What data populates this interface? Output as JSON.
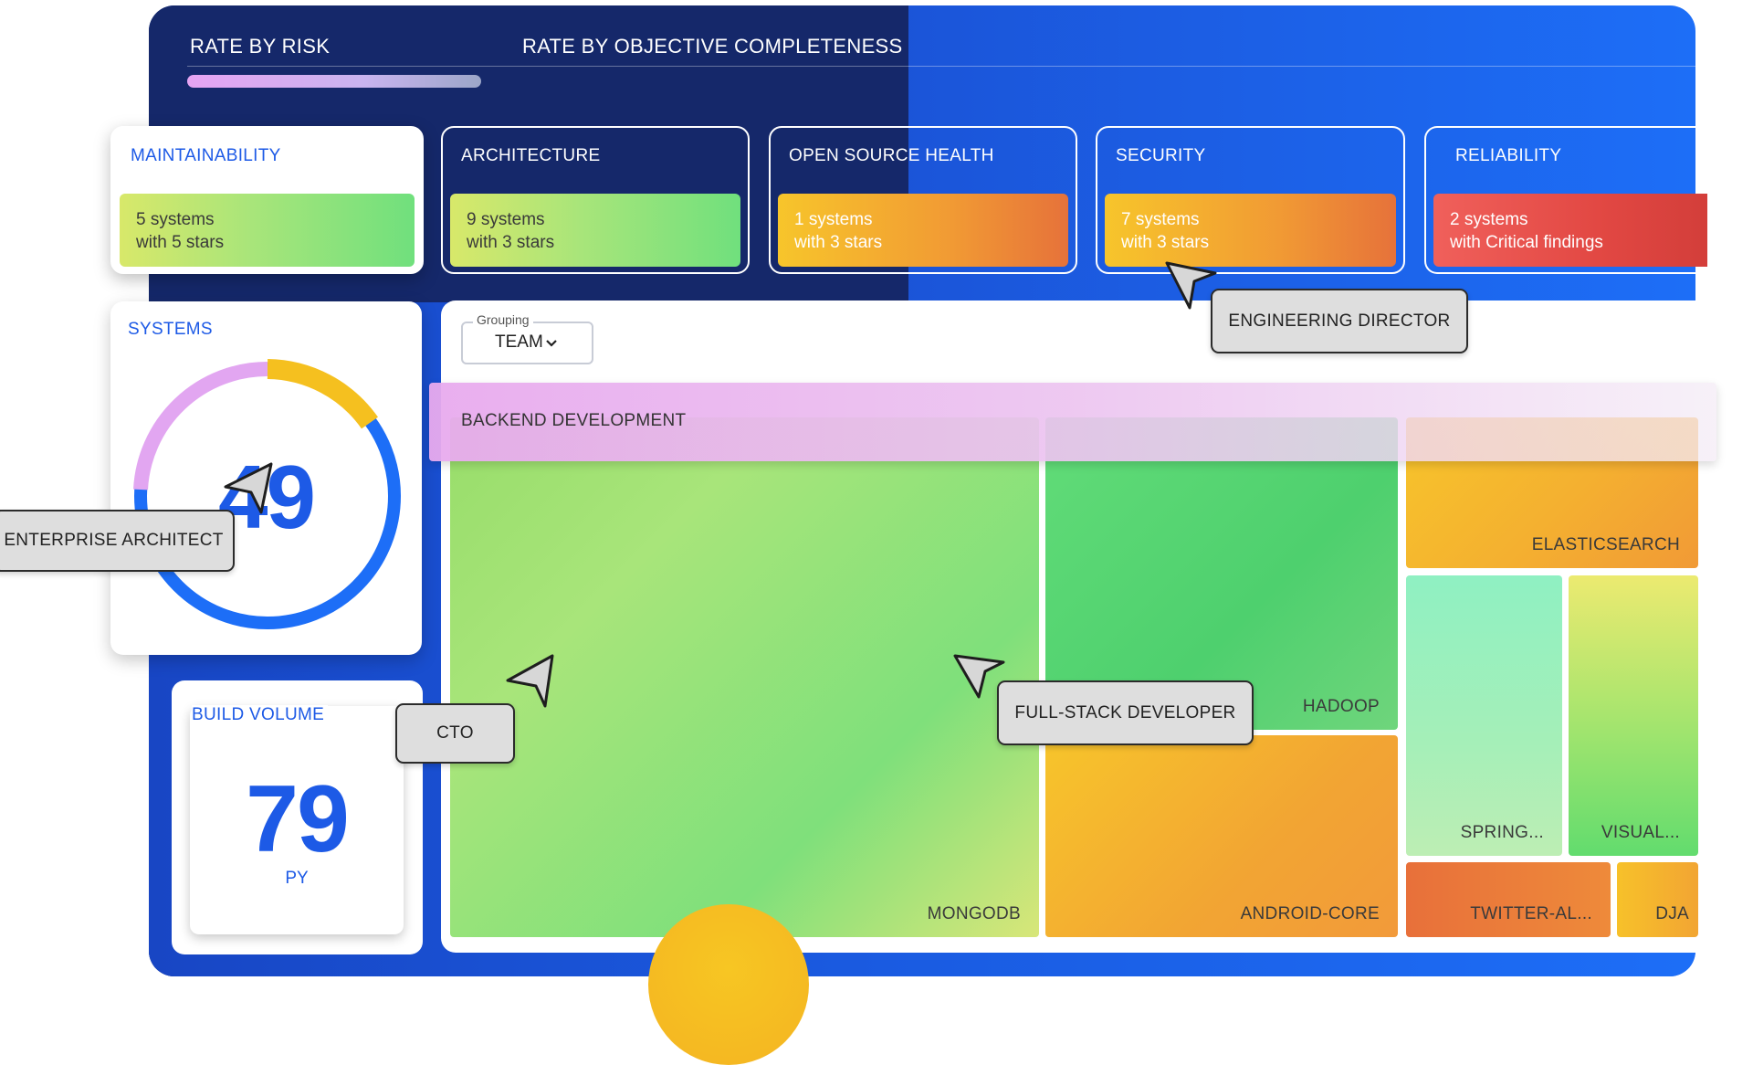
{
  "tabs": [
    {
      "label": "RATE BY RISK",
      "active": true
    },
    {
      "label": "RATE BY OBJECTIVE COMPLETENESS",
      "active": false
    }
  ],
  "metric_cards": [
    {
      "title": "MAINTAINABILITY",
      "line1": "5 systems",
      "line2": "with 5 stars",
      "tone": "green",
      "selected": true
    },
    {
      "title": "ARCHITECTURE",
      "line1": "9 systems",
      "line2": "with 3 stars",
      "tone": "green",
      "selected": false
    },
    {
      "title": "OPEN SOURCE HEALTH",
      "line1": "1 systems",
      "line2": "with 3 stars",
      "tone": "orange",
      "selected": false
    },
    {
      "title": "SECURITY",
      "line1": "7 systems",
      "line2": "with 3 stars",
      "tone": "orange",
      "selected": false
    },
    {
      "title": "RELIABILITY",
      "line1": "2 systems",
      "line2": "with Critical findings",
      "tone": "red",
      "selected": false
    }
  ],
  "systems": {
    "title": "SYSTEMS",
    "count": "49"
  },
  "build_volume": {
    "title": "BUILD VOLUME",
    "value": "79",
    "unit": "PY"
  },
  "grouping": {
    "label": "Grouping",
    "value": "TEAM"
  },
  "group_band": {
    "label": "BACKEND DEVELOPMENT"
  },
  "treemap_tiles": [
    {
      "label": "MONGODB"
    },
    {
      "label": "HADOOP"
    },
    {
      "label": "ANDROID-CORE"
    },
    {
      "label": "ELASTICSEARCH"
    },
    {
      "label": "SPRING..."
    },
    {
      "label": "VISUAL..."
    },
    {
      "label": "TWITTER-AL..."
    },
    {
      "label": "DJA"
    }
  ],
  "callouts": {
    "engineering_director": "ENGINEERING DIRECTOR",
    "enterprise_architect": "ENTERPRISE ARCHITECT",
    "cto": "CTO",
    "fullstack_developer": "FULL-STACK DEVELOPER"
  },
  "colors": {
    "accent_blue": "#1d5ae6",
    "navy": "#15286a",
    "ring_blue": "#1d6ef7",
    "ring_yellow": "#f5c01f",
    "ring_pink": "#e2a6f1",
    "tile_green": "#70e07d",
    "tile_orange": "#f19a34",
    "tile_red": "#e24843"
  },
  "icons": {
    "dropdown": "chevron-down-icon",
    "pointer": "cursor-arrow-icon"
  }
}
